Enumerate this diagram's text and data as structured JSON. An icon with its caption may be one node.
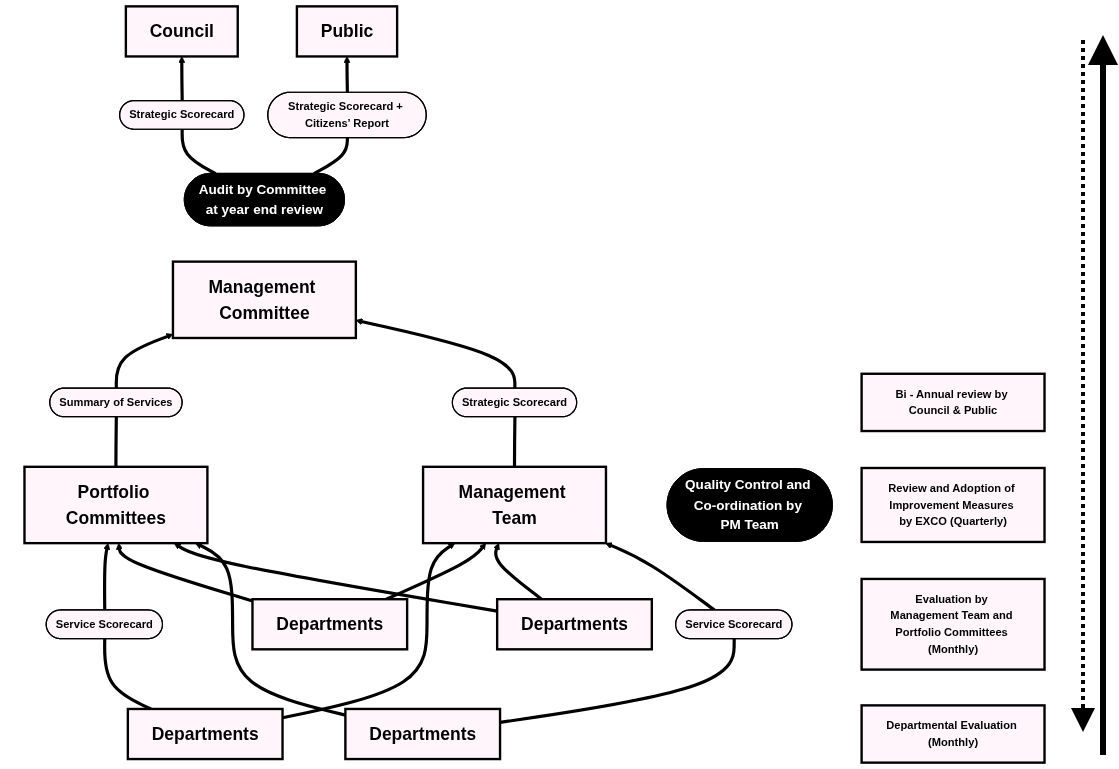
{
  "diagram": {
    "nodes": [
      {
        "text": [
          "Council"
        ]
      },
      {
        "text": [
          "Public"
        ]
      },
      {
        "text": [
          "Audit by Committee at year end review"
        ]
      },
      {
        "text": [
          "Strategic Scorecard"
        ]
      },
      {
        "text": [
          "Strategic Scorecard + Citizens’ Report"
        ]
      },
      {
        "text": [
          "Management Committee"
        ]
      },
      {
        "text": [
          "Strategic Scorecard"
        ]
      },
      {
        "text": [
          "Summary of Services"
        ]
      },
      {
        "text": [
          "Management Team"
        ]
      },
      {
        "text": [
          "Portfolio Committees"
        ]
      },
      {
        "text": [
          "Quality Control and Co-ordination by PM Team"
        ]
      },
      {
        "text": [
          "Service Scorecard"
        ]
      },
      {
        "text": [
          "Service Scorecard"
        ]
      },
      {
        "text": [
          "Departments"
        ]
      },
      {
        "text": [
          "Departments"
        ]
      },
      {
        "text": [
          "Departments"
        ]
      },
      {
        "text": [
          "Departments"
        ]
      },
      {
        "text": [
          "Bi - Annual review by Council & Public"
        ]
      },
      {
        "text": [
          "Review and Adoption of Improvement Measures by EXCO (Quarterly)"
        ]
      },
      {
        "text": [
          "Evaluation by Management Team and Portfolio Committees (Monthly)"
        ]
      },
      {
        "text": [
          "Departmental Evaluation (Monthly)"
        ]
      }
    ],
    "edges": [
      {
        "from": 2,
        "to": 3,
        "arrow": "none"
      },
      {
        "from": 3,
        "to": 0,
        "arrow": "to"
      },
      {
        "from": 2,
        "to": 4,
        "arrow": "none"
      },
      {
        "from": 4,
        "to": 1,
        "arrow": "to"
      },
      {
        "from": 8,
        "to": 6,
        "arrow": "none"
      },
      {
        "from": 6,
        "to": 5,
        "arrow": "to"
      },
      {
        "from": 9,
        "to": 7,
        "arrow": "none"
      },
      {
        "from": 7,
        "to": 5,
        "arrow": "to"
      },
      {
        "from": 13,
        "to": 11,
        "arrow": "none"
      },
      {
        "from": 11,
        "to": 8,
        "arrow": "to"
      },
      {
        "from": 13,
        "to": 9,
        "arrow": "to"
      },
      {
        "from": 14,
        "to": 8,
        "arrow": "to"
      },
      {
        "from": 14,
        "to": 9,
        "arrow": "to"
      },
      {
        "from": 15,
        "to": 8,
        "arrow": "to"
      },
      {
        "from": 15,
        "to": 9,
        "arrow": "to"
      },
      {
        "from": 16,
        "to": 8,
        "arrow": "to"
      },
      {
        "from": 16,
        "to": 12,
        "arrow": "none"
      },
      {
        "from": 12,
        "to": 9,
        "arrow": "to"
      }
    ]
  }
}
